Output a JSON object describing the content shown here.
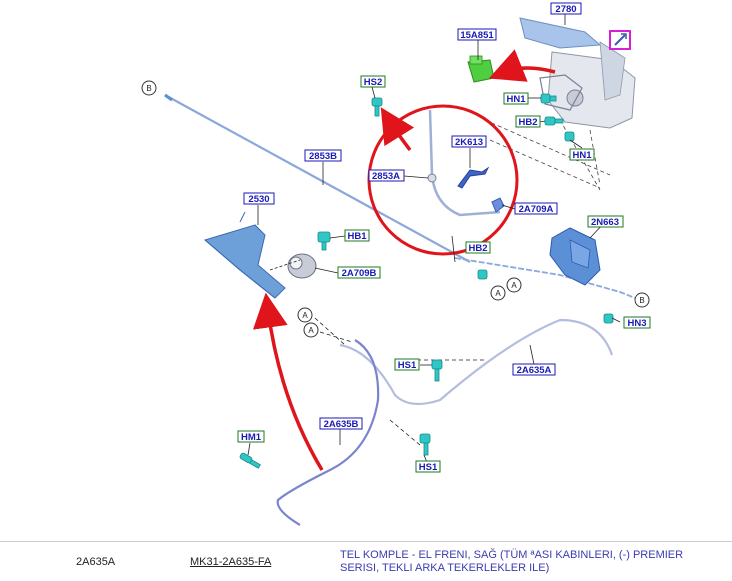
{
  "callouts": {
    "c2780": "2780",
    "c15A851": "15A851",
    "cHS2": "HS2",
    "cHN1a": "HN1",
    "cHB2": "HB2",
    "cHN1b": "HN1",
    "c2K613": "2K613",
    "c2853A": "2853A",
    "c2853B": "2853B",
    "c2A709A": "2A709A",
    "c2N663": "2N663",
    "c2530": "2530",
    "cHB1": "HB1",
    "cHB2b": "HB2",
    "c2A709B": "2A709B",
    "cHN3": "HN3",
    "cHS1a": "HS1",
    "c2A635A": "2A635A",
    "c2A635B": "2A635B",
    "cHM1": "HM1",
    "cHS1b": "HS1"
  },
  "markers": {
    "b1": "B",
    "b2": "B",
    "a1": "A",
    "a2": "A",
    "a3": "A",
    "a4": "A"
  },
  "colors": {
    "blue_label": "#1a1ab5",
    "green_label": "#1f7a1f",
    "part_blue": "#5b8fd6",
    "cable": "#8aa8dc",
    "fastener": "#2fc6c6",
    "red_arrow": "#e0141b",
    "magenta_icon": "#d61fd6"
  },
  "part_row": {
    "code": "2A635A",
    "part_number": "MK31-2A635-FA",
    "description": "TEL KOMPLE - EL FRENI, SAĞ (TÜM ªASI KABINLERI, (-) PREMIER SERISI, TEKLI ARKA TEKERLEKLER ILE)"
  }
}
